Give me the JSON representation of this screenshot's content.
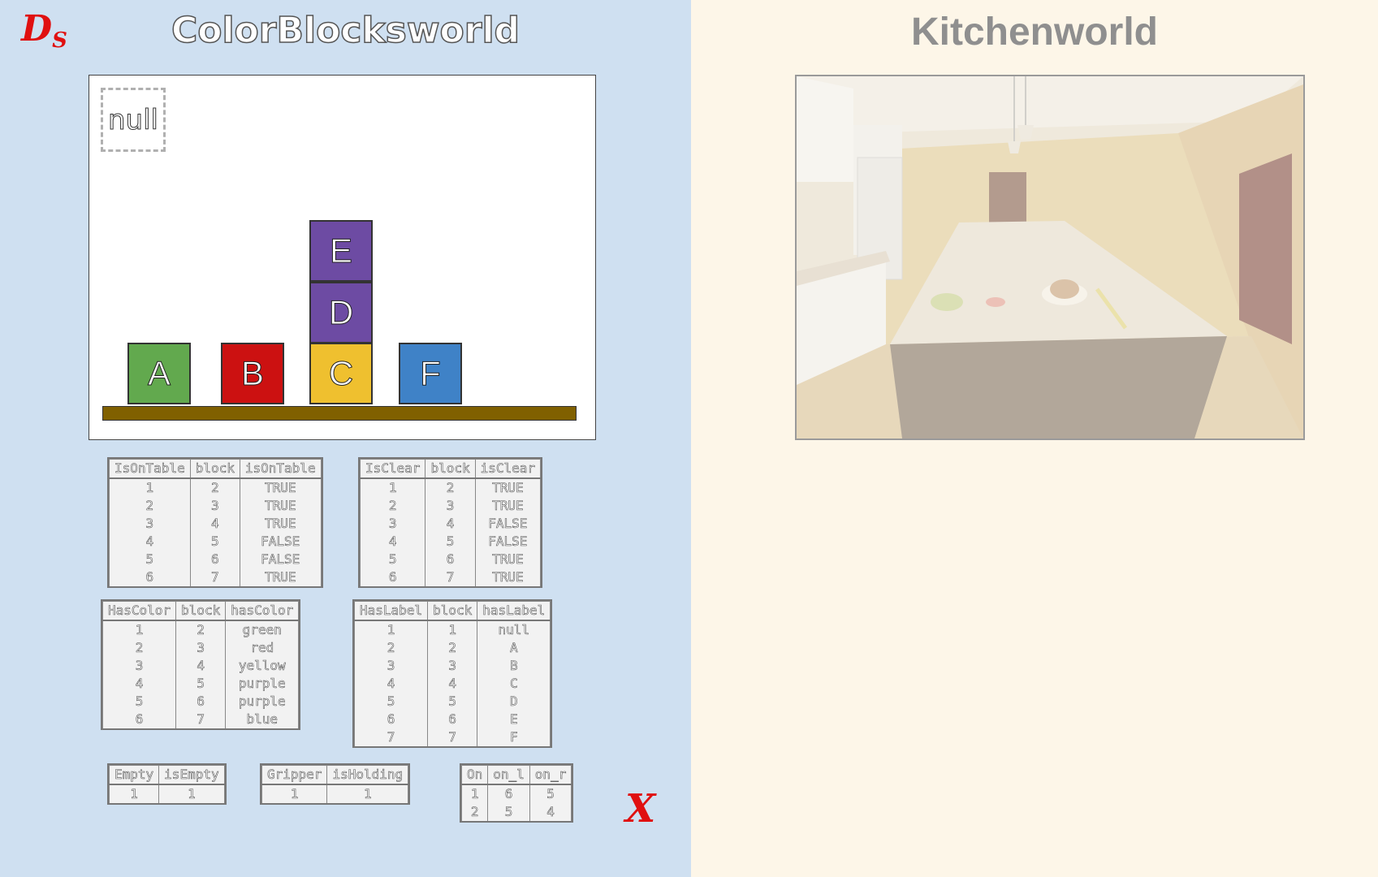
{
  "left_panel": {
    "label_main": "D",
    "label_sub": "S",
    "title": "ColorBlocksworld",
    "gripper_label": "null",
    "blocks": [
      {
        "label": "A",
        "color": "#62a94e"
      },
      {
        "label": "B",
        "color": "#cc1111"
      },
      {
        "label": "C",
        "color": "#efc02f"
      },
      {
        "label": "D",
        "color": "#6d4ba3"
      },
      {
        "label": "E",
        "color": "#6d4ba3"
      },
      {
        "label": "F",
        "color": "#3f82c7"
      }
    ],
    "table_color": "#806000",
    "x_label": "X",
    "tables": {
      "isOnTable": {
        "headers": [
          "IsOnTable",
          "block",
          "isOnTable"
        ],
        "rows": [
          [
            "1",
            "2",
            "TRUE"
          ],
          [
            "2",
            "3",
            "TRUE"
          ],
          [
            "3",
            "4",
            "TRUE"
          ],
          [
            "4",
            "5",
            "FALSE"
          ],
          [
            "5",
            "6",
            "FALSE"
          ],
          [
            "6",
            "7",
            "TRUE"
          ]
        ]
      },
      "isClear": {
        "headers": [
          "IsClear",
          "block",
          "isClear"
        ],
        "rows": [
          [
            "1",
            "2",
            "TRUE"
          ],
          [
            "2",
            "3",
            "TRUE"
          ],
          [
            "3",
            "4",
            "FALSE"
          ],
          [
            "4",
            "5",
            "FALSE"
          ],
          [
            "5",
            "6",
            "TRUE"
          ],
          [
            "6",
            "7",
            "TRUE"
          ]
        ]
      },
      "hasColor": {
        "headers": [
          "HasColor",
          "block",
          "hasColor"
        ],
        "rows": [
          [
            "1",
            "2",
            "green"
          ],
          [
            "2",
            "3",
            "red"
          ],
          [
            "3",
            "4",
            "yellow"
          ],
          [
            "4",
            "5",
            "purple"
          ],
          [
            "5",
            "6",
            "purple"
          ],
          [
            "6",
            "7",
            "blue"
          ]
        ]
      },
      "hasLabel": {
        "headers": [
          "HasLabel",
          "block",
          "hasLabel"
        ],
        "rows": [
          [
            "1",
            "1",
            "null"
          ],
          [
            "2",
            "2",
            "A"
          ],
          [
            "3",
            "3",
            "B"
          ],
          [
            "4",
            "4",
            "C"
          ],
          [
            "5",
            "5",
            "D"
          ],
          [
            "6",
            "6",
            "E"
          ],
          [
            "7",
            "7",
            "F"
          ]
        ]
      },
      "empty": {
        "headers": [
          "Empty",
          "isEmpty"
        ],
        "rows": [
          [
            "1",
            "1"
          ]
        ]
      },
      "gripper": {
        "headers": [
          "Gripper",
          "isHolding"
        ],
        "rows": [
          [
            "1",
            "1"
          ]
        ]
      },
      "on": {
        "headers": [
          "On",
          "on_l",
          "on_r"
        ],
        "rows": [
          [
            "1",
            "6",
            "5"
          ],
          [
            "2",
            "5",
            "4"
          ]
        ]
      }
    }
  },
  "right_panel": {
    "title": "Kitchenworld"
  }
}
